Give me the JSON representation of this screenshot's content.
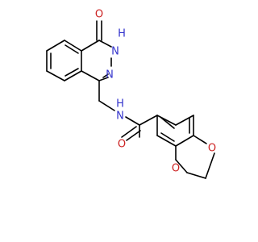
{
  "molecule": {
    "atoms": {
      "O_ketone": "O",
      "NH_label": "H",
      "N_ring1": "N",
      "N_ring2": "N",
      "N_amide": "N",
      "H_amide": "H",
      "O_amide": "O",
      "O_dioxole1": "O",
      "O_dioxole2": "O"
    },
    "colors": {
      "bond": "#000000",
      "nitrogen": "#3333cc",
      "oxygen": "#cc2222"
    }
  }
}
